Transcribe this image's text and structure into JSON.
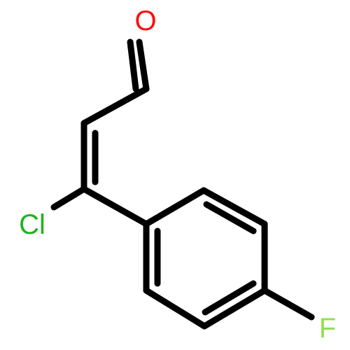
{
  "molecule": {
    "atoms": [
      {
        "id": "O",
        "label": "O",
        "color": "#ff0d0d"
      },
      {
        "id": "Cl",
        "label": "Cl",
        "color": "#1fb31f"
      },
      {
        "id": "F",
        "label": "F",
        "color": "#90e050"
      }
    ],
    "bond_color": "#000000"
  }
}
